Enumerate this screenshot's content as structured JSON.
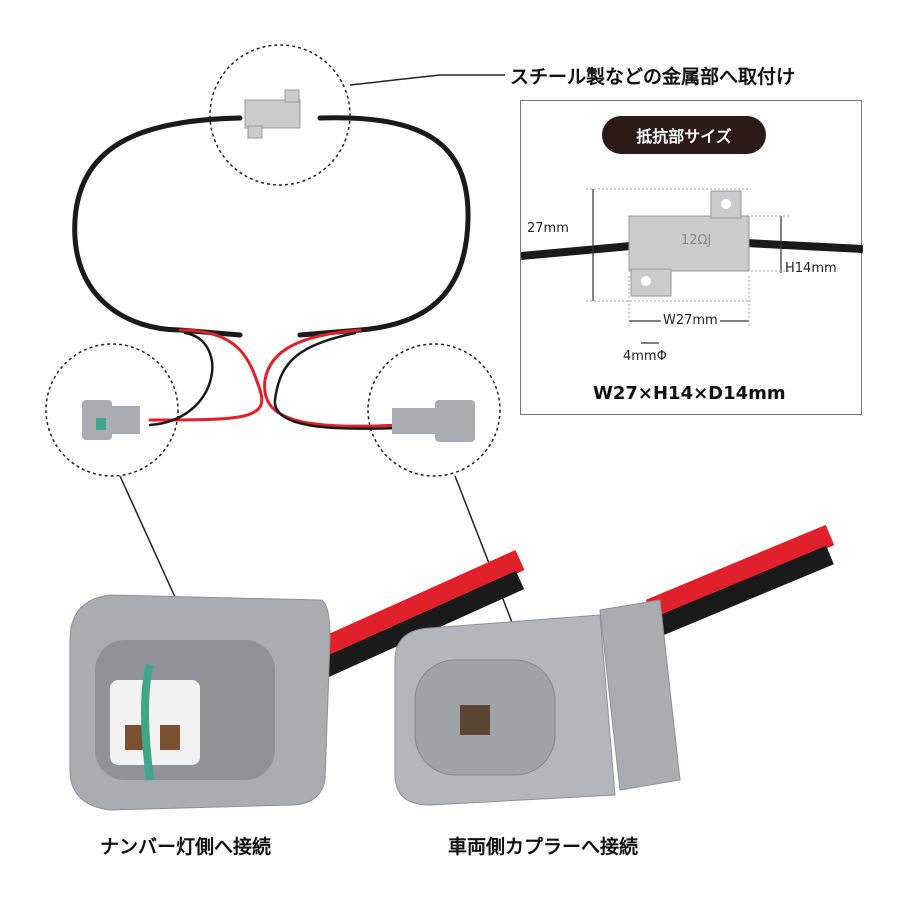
{
  "callout_top": "スチール製などの金属部へ取付け",
  "resistor_size_box": {
    "badge": "抵抗部サイズ",
    "resistor_marking": "12ΩJ",
    "dim_total_height": "27mm",
    "dim_body_height": "H14mm",
    "dim_width": "W27mm",
    "dim_hole": "4mmΦ",
    "spec": "W27×H14×D14mm"
  },
  "label_left": "ナンバー灯側へ接続",
  "label_right": "車両側カプラーへ接続",
  "colors": {
    "wire_red": "#e0202a",
    "wire_black": "#1a1a1a",
    "connector_gray": "#a9acb0",
    "badge_bg": "#2b1a17"
  }
}
